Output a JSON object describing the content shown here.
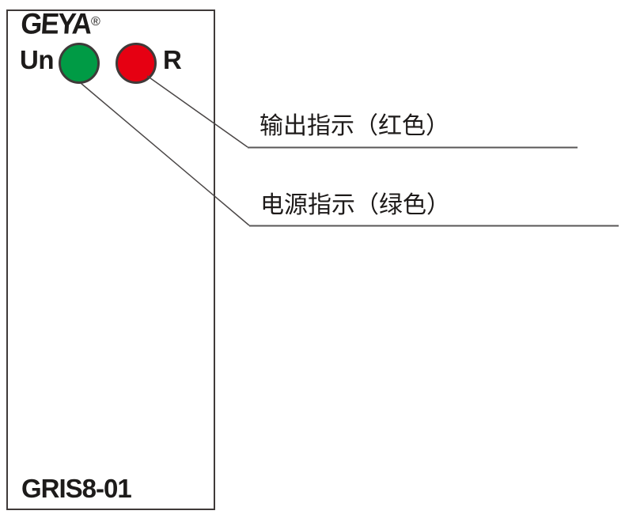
{
  "device_panel": {
    "brand_logo": "GEYA",
    "registered_mark": "®",
    "model": "GRIS8-01",
    "power_led": {
      "label": "Un",
      "color_name": "green",
      "color": "#009B45"
    },
    "output_led": {
      "label": "R",
      "color_name": "red",
      "color": "#E60012"
    }
  },
  "callouts": {
    "output": {
      "text": "输出指示（红色）",
      "points_to": "output_led"
    },
    "power": {
      "text": "电源指示（绿色）",
      "points_to": "power_led"
    }
  },
  "colors": {
    "led_green": "#009B45",
    "led_red": "#E60012",
    "panel_border": "#3F3A39",
    "leader_line": "#595757",
    "text": "#1D1A19",
    "background": "#FFFFFF"
  }
}
